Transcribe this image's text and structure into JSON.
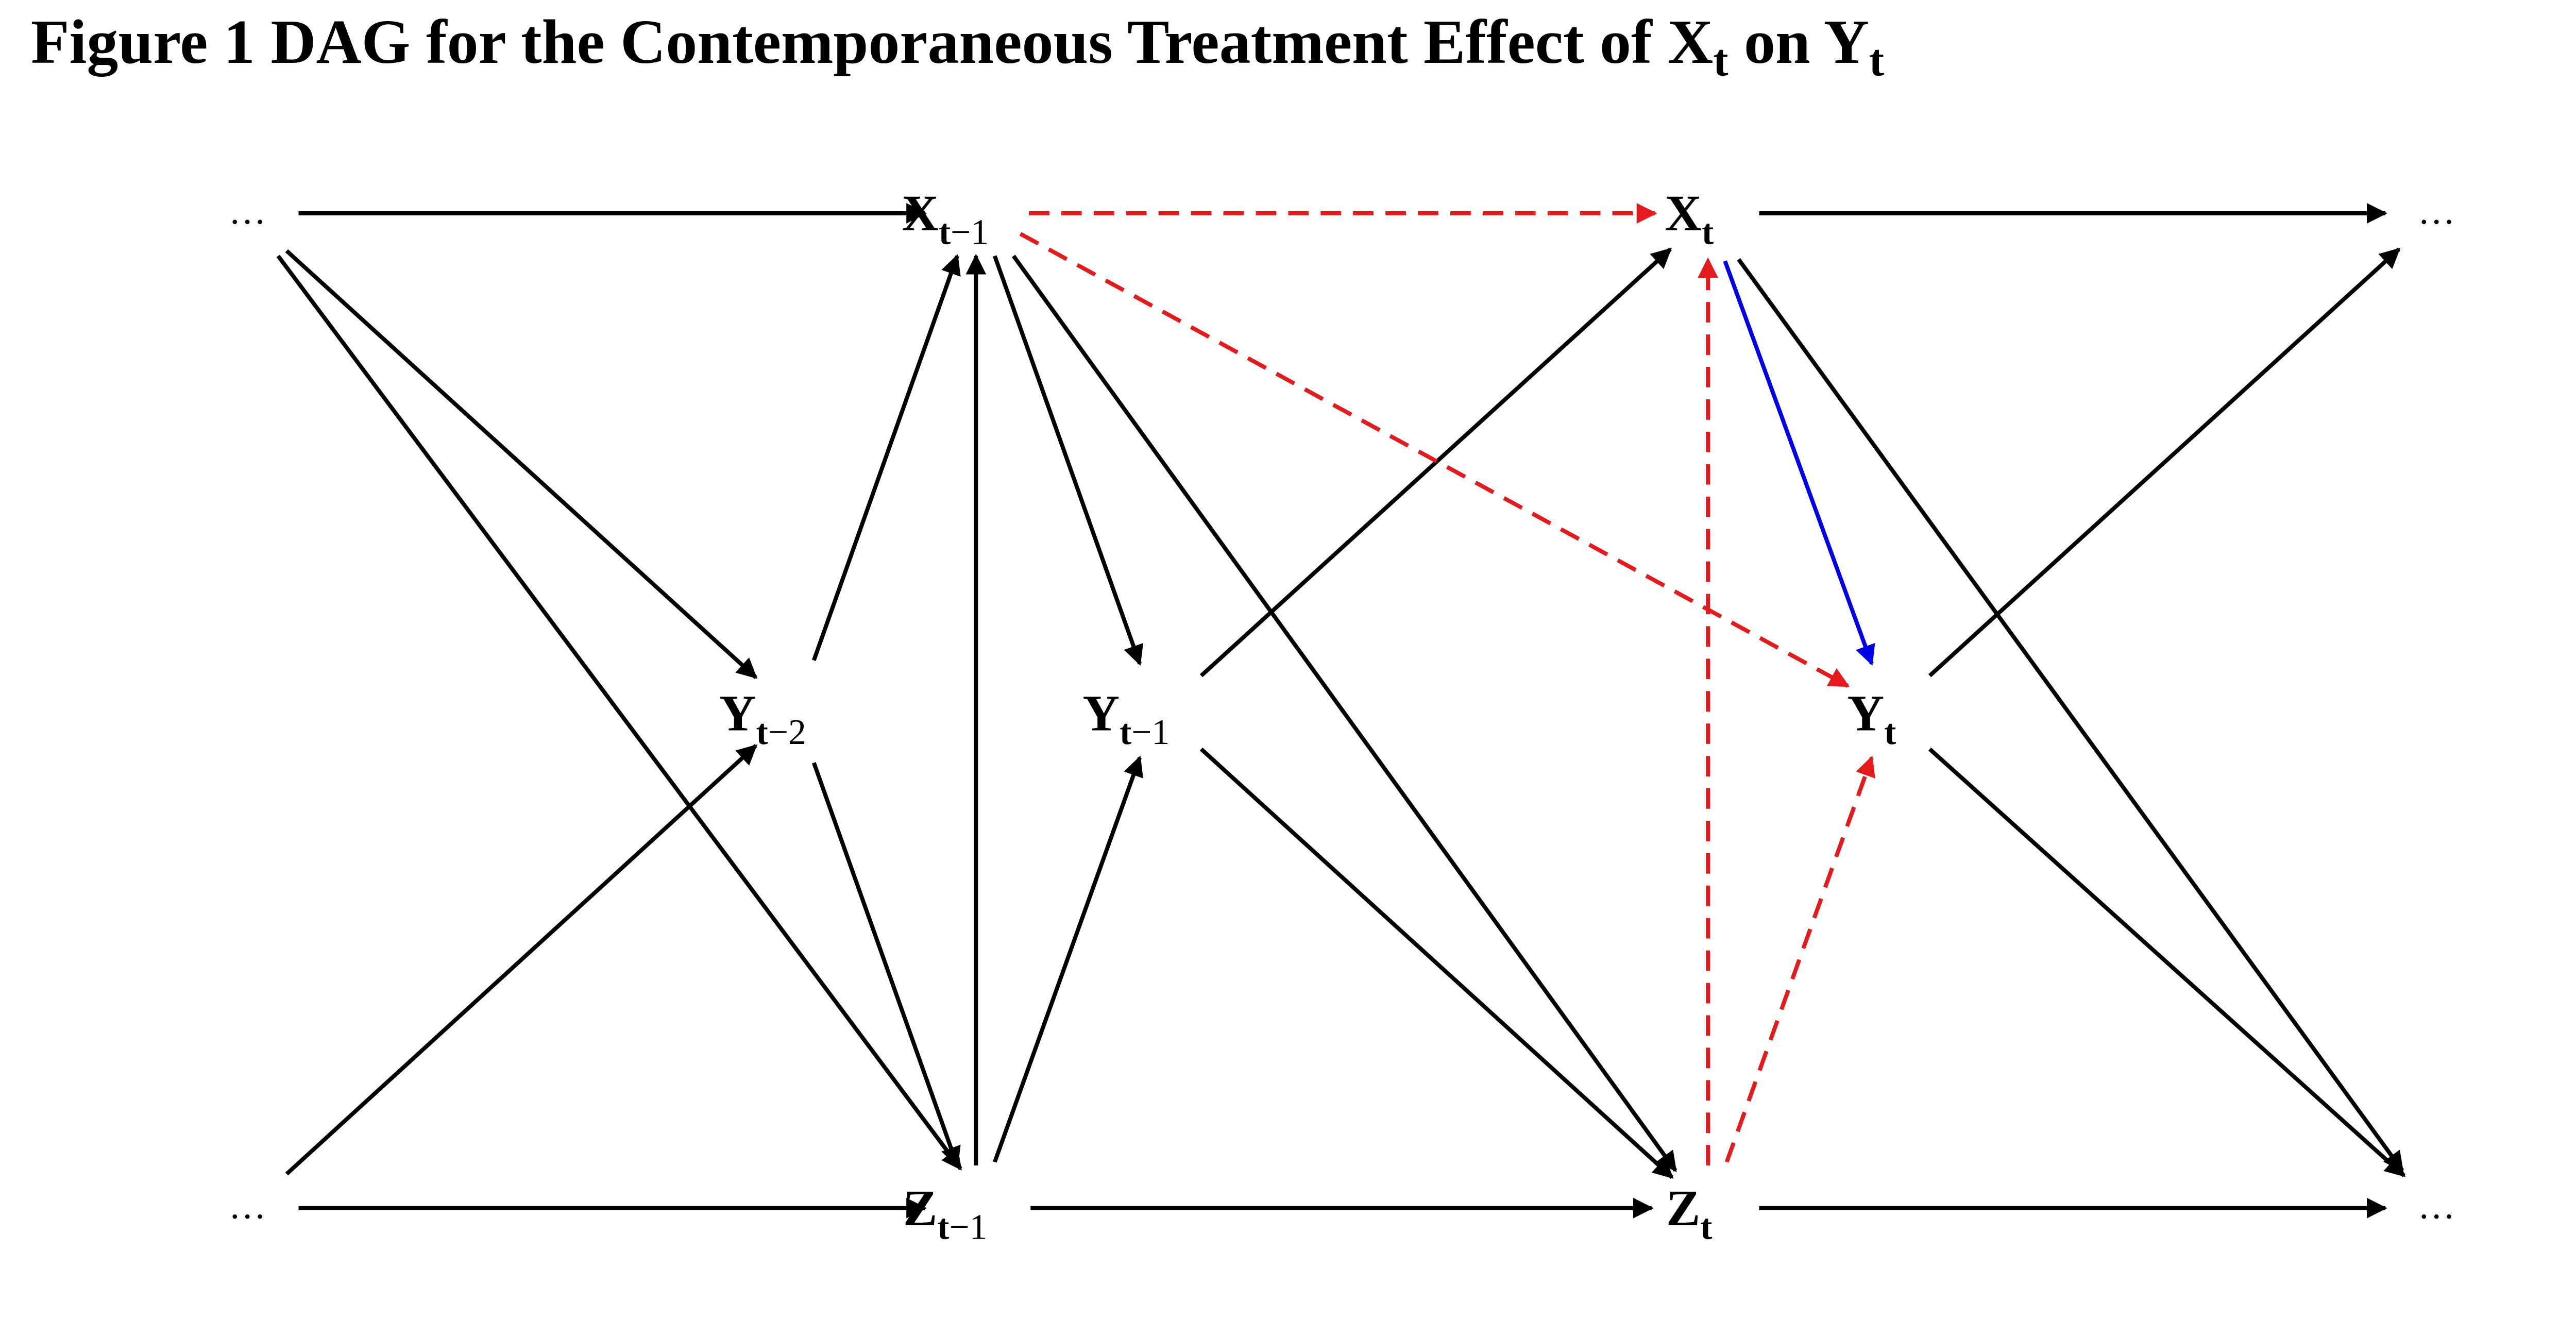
{
  "figure": {
    "title_prefix": "Figure 1 DAG for the Contemporaneous Treatment Effect of X",
    "title_sub1": "t",
    "title_mid": " on Y",
    "title_sub2": "t"
  },
  "colors": {
    "edge_default": "#000000",
    "edge_backdoor": "#e41a1c",
    "edge_effect": "#0000e6"
  },
  "nodes": [
    {
      "id": "dots_top_left",
      "text": "…",
      "sub": ""
    },
    {
      "id": "x_t_minus_1",
      "text": "X",
      "sub": "t−1"
    },
    {
      "id": "x_t",
      "text": "X",
      "sub": "t"
    },
    {
      "id": "dots_top_right",
      "text": "…",
      "sub": ""
    },
    {
      "id": "y_t_minus_2",
      "text": "Y",
      "sub": "t−2"
    },
    {
      "id": "y_t_minus_1",
      "text": "Y",
      "sub": "t−1"
    },
    {
      "id": "y_t",
      "text": "Y",
      "sub": "t"
    },
    {
      "id": "dots_bottom_left",
      "text": "…",
      "sub": ""
    },
    {
      "id": "z_t_minus_1",
      "text": "Z",
      "sub": "t−1"
    },
    {
      "id": "z_t",
      "text": "Z",
      "sub": "t"
    },
    {
      "id": "dots_bottom_right",
      "text": "…",
      "sub": ""
    }
  ],
  "edges": [
    {
      "from": "dots_top_left",
      "to": "x_t_minus_1",
      "style": "solid"
    },
    {
      "from": "dots_top_left",
      "to": "y_t_minus_2",
      "style": "solid"
    },
    {
      "from": "dots_top_left",
      "to": "z_t_minus_1",
      "style": "solid"
    },
    {
      "from": "dots_bottom_left",
      "to": "y_t_minus_2",
      "style": "solid"
    },
    {
      "from": "dots_bottom_left",
      "to": "z_t_minus_1",
      "style": "solid"
    },
    {
      "from": "y_t_minus_2",
      "to": "x_t_minus_1",
      "style": "solid"
    },
    {
      "from": "y_t_minus_2",
      "to": "z_t_minus_1",
      "style": "solid"
    },
    {
      "from": "z_t_minus_1",
      "to": "x_t_minus_1",
      "style": "solid"
    },
    {
      "from": "x_t_minus_1",
      "to": "y_t_minus_1",
      "style": "solid"
    },
    {
      "from": "z_t_minus_1",
      "to": "y_t_minus_1",
      "style": "solid"
    },
    {
      "from": "x_t_minus_1",
      "to": "z_t",
      "style": "solid"
    },
    {
      "from": "z_t_minus_1",
      "to": "z_t",
      "style": "solid"
    },
    {
      "from": "y_t_minus_1",
      "to": "x_t",
      "style": "solid"
    },
    {
      "from": "y_t_minus_1",
      "to": "z_t",
      "style": "solid"
    },
    {
      "from": "x_t_minus_1",
      "to": "x_t",
      "style": "dashed-red"
    },
    {
      "from": "x_t_minus_1",
      "to": "y_t",
      "style": "dashed-red"
    },
    {
      "from": "z_t",
      "to": "x_t",
      "style": "dashed-red"
    },
    {
      "from": "z_t",
      "to": "y_t",
      "style": "dashed-red"
    },
    {
      "from": "x_t",
      "to": "y_t",
      "style": "blue"
    },
    {
      "from": "x_t",
      "to": "dots_top_right",
      "style": "solid"
    },
    {
      "from": "x_t",
      "to": "dots_bottom_right",
      "style": "solid"
    },
    {
      "from": "y_t",
      "to": "dots_top_right",
      "style": "solid"
    },
    {
      "from": "y_t",
      "to": "dots_bottom_right",
      "style": "solid"
    },
    {
      "from": "z_t",
      "to": "dots_bottom_right",
      "style": "solid"
    }
  ]
}
